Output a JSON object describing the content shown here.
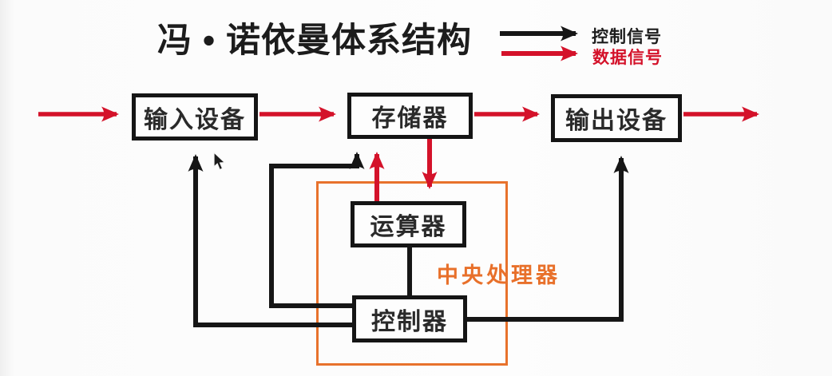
{
  "title": "冯 • 诺依曼体系结构",
  "legend": {
    "control": {
      "label": "控制信号",
      "color": "#1c1c1c"
    },
    "data": {
      "label": "数据信号",
      "color": "#d4122a"
    }
  },
  "blocks": {
    "input": {
      "label": "输入设备"
    },
    "memory": {
      "label": "存储器"
    },
    "output": {
      "label": "输出设备"
    },
    "alu": {
      "label": "运算器"
    },
    "cu": {
      "label": "控制器"
    },
    "cpu": {
      "label": "中央处理器"
    }
  },
  "connections": [
    {
      "from": "external-left",
      "to": "input",
      "signal": "data"
    },
    {
      "from": "input",
      "to": "memory",
      "signal": "data"
    },
    {
      "from": "memory",
      "to": "output",
      "signal": "data"
    },
    {
      "from": "output",
      "to": "external-right",
      "signal": "data"
    },
    {
      "from": "alu",
      "to": "memory",
      "signal": "data"
    },
    {
      "from": "memory",
      "to": "alu",
      "signal": "data"
    },
    {
      "from": "cu",
      "to": "input",
      "signal": "control"
    },
    {
      "from": "cu",
      "to": "memory",
      "signal": "control"
    },
    {
      "from": "cu",
      "to": "output",
      "signal": "control"
    },
    {
      "from": "alu",
      "to": "cu",
      "signal": "link"
    }
  ],
  "colors": {
    "control_signal": "#1c1c1c",
    "data_signal": "#d4122a",
    "cpu_frame": "#e8722c",
    "background": "#fbfbfb"
  }
}
